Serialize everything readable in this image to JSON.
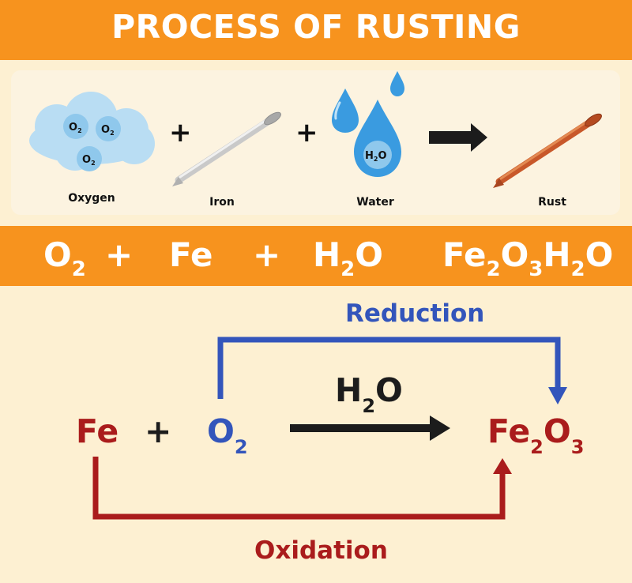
{
  "title": "PROCESS OF RUSTING",
  "illustration": {
    "cloud_molecule": "O",
    "cloud_molecule_sub": "2",
    "water_symbol": "H",
    "water_sub": "2",
    "water_symbol_end": "O",
    "labels": {
      "oxygen": "Oxygen",
      "iron": "Iron",
      "water": "Water",
      "rust": "Rust"
    },
    "plus": "+"
  },
  "equation": {
    "o": "O",
    "o_sub": "2",
    "plus": "+",
    "fe": "Fe",
    "h": "H",
    "h_sub": "2",
    "h_o": "O",
    "product_fe": "Fe",
    "product_fe_sub": "2",
    "product_o": "O",
    "product_o_sub": "3",
    "product_h": "H",
    "product_h_sub": "2",
    "product_h_o": "O"
  },
  "redox": {
    "reduction_label": "Reduction",
    "oxidation_label": "Oxidation",
    "reactant_fe": "Fe",
    "plus": "+",
    "reactant_o": "O",
    "reactant_o_sub": "2",
    "catalyst_h": "H",
    "catalyst_h_sub": "2",
    "catalyst_o": "O",
    "product_fe": "Fe",
    "product_fe_sub": "2",
    "product_o": "O",
    "product_o_sub": "3"
  },
  "colors": {
    "orange": "#f7931e",
    "background": "#fdf0d2",
    "blue": "#3355bb",
    "red": "#aa1c1c",
    "rust": "#c8582a",
    "water": "#3a9be0",
    "cloud": "#b9ddf3"
  },
  "icons": [
    "cloud-icon",
    "nail-icon",
    "water-drop-icon",
    "arrow-right-icon",
    "rusty-nail-icon"
  ]
}
